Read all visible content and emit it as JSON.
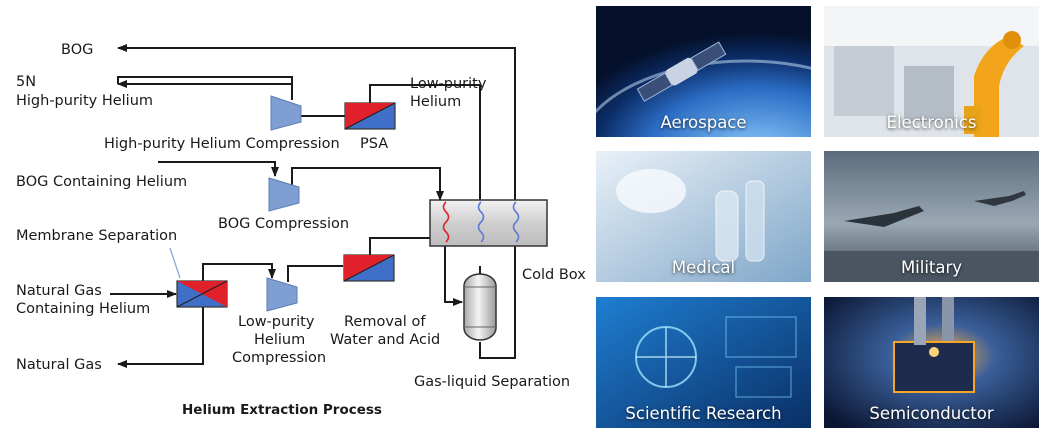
{
  "diagram": {
    "title": "Helium Extraction Process",
    "labels": {
      "bog_out": "BOG",
      "hp_5n": "5N",
      "hp_helium": "High-purity Helium",
      "lp_helium_1": "Low-purity",
      "lp_helium_2": "Helium",
      "hp_compression": "High-purity Helium Compression",
      "psa": "PSA",
      "bog_containing": "BOG Containing Helium",
      "bog_compression": "BOG Compression",
      "membrane_separation": "Membrane Separation",
      "cold_box": "Cold Box",
      "ng_containing_1": "Natural Gas",
      "ng_containing_2": "Containing Helium",
      "lp_compression_1": "Low-purity",
      "lp_compression_2": "Helium",
      "lp_compression_3": "Compression",
      "removal_1": "Removal of",
      "removal_2": "Water and Acid",
      "natural_gas": "Natural Gas",
      "gas_liquid": "Gas-liquid Separation"
    }
  },
  "applications": [
    {
      "label": "Aerospace"
    },
    {
      "label": "Electronics"
    },
    {
      "label": "Medical"
    },
    {
      "label": "Military"
    },
    {
      "label": "Scientific Research"
    },
    {
      "label": "Semiconductor"
    }
  ],
  "colors": {
    "separator_red": "#e0202a",
    "separator_blue": "#3f6fc6",
    "compressor": "#7f9fd3",
    "line": "#1a1a1a"
  }
}
